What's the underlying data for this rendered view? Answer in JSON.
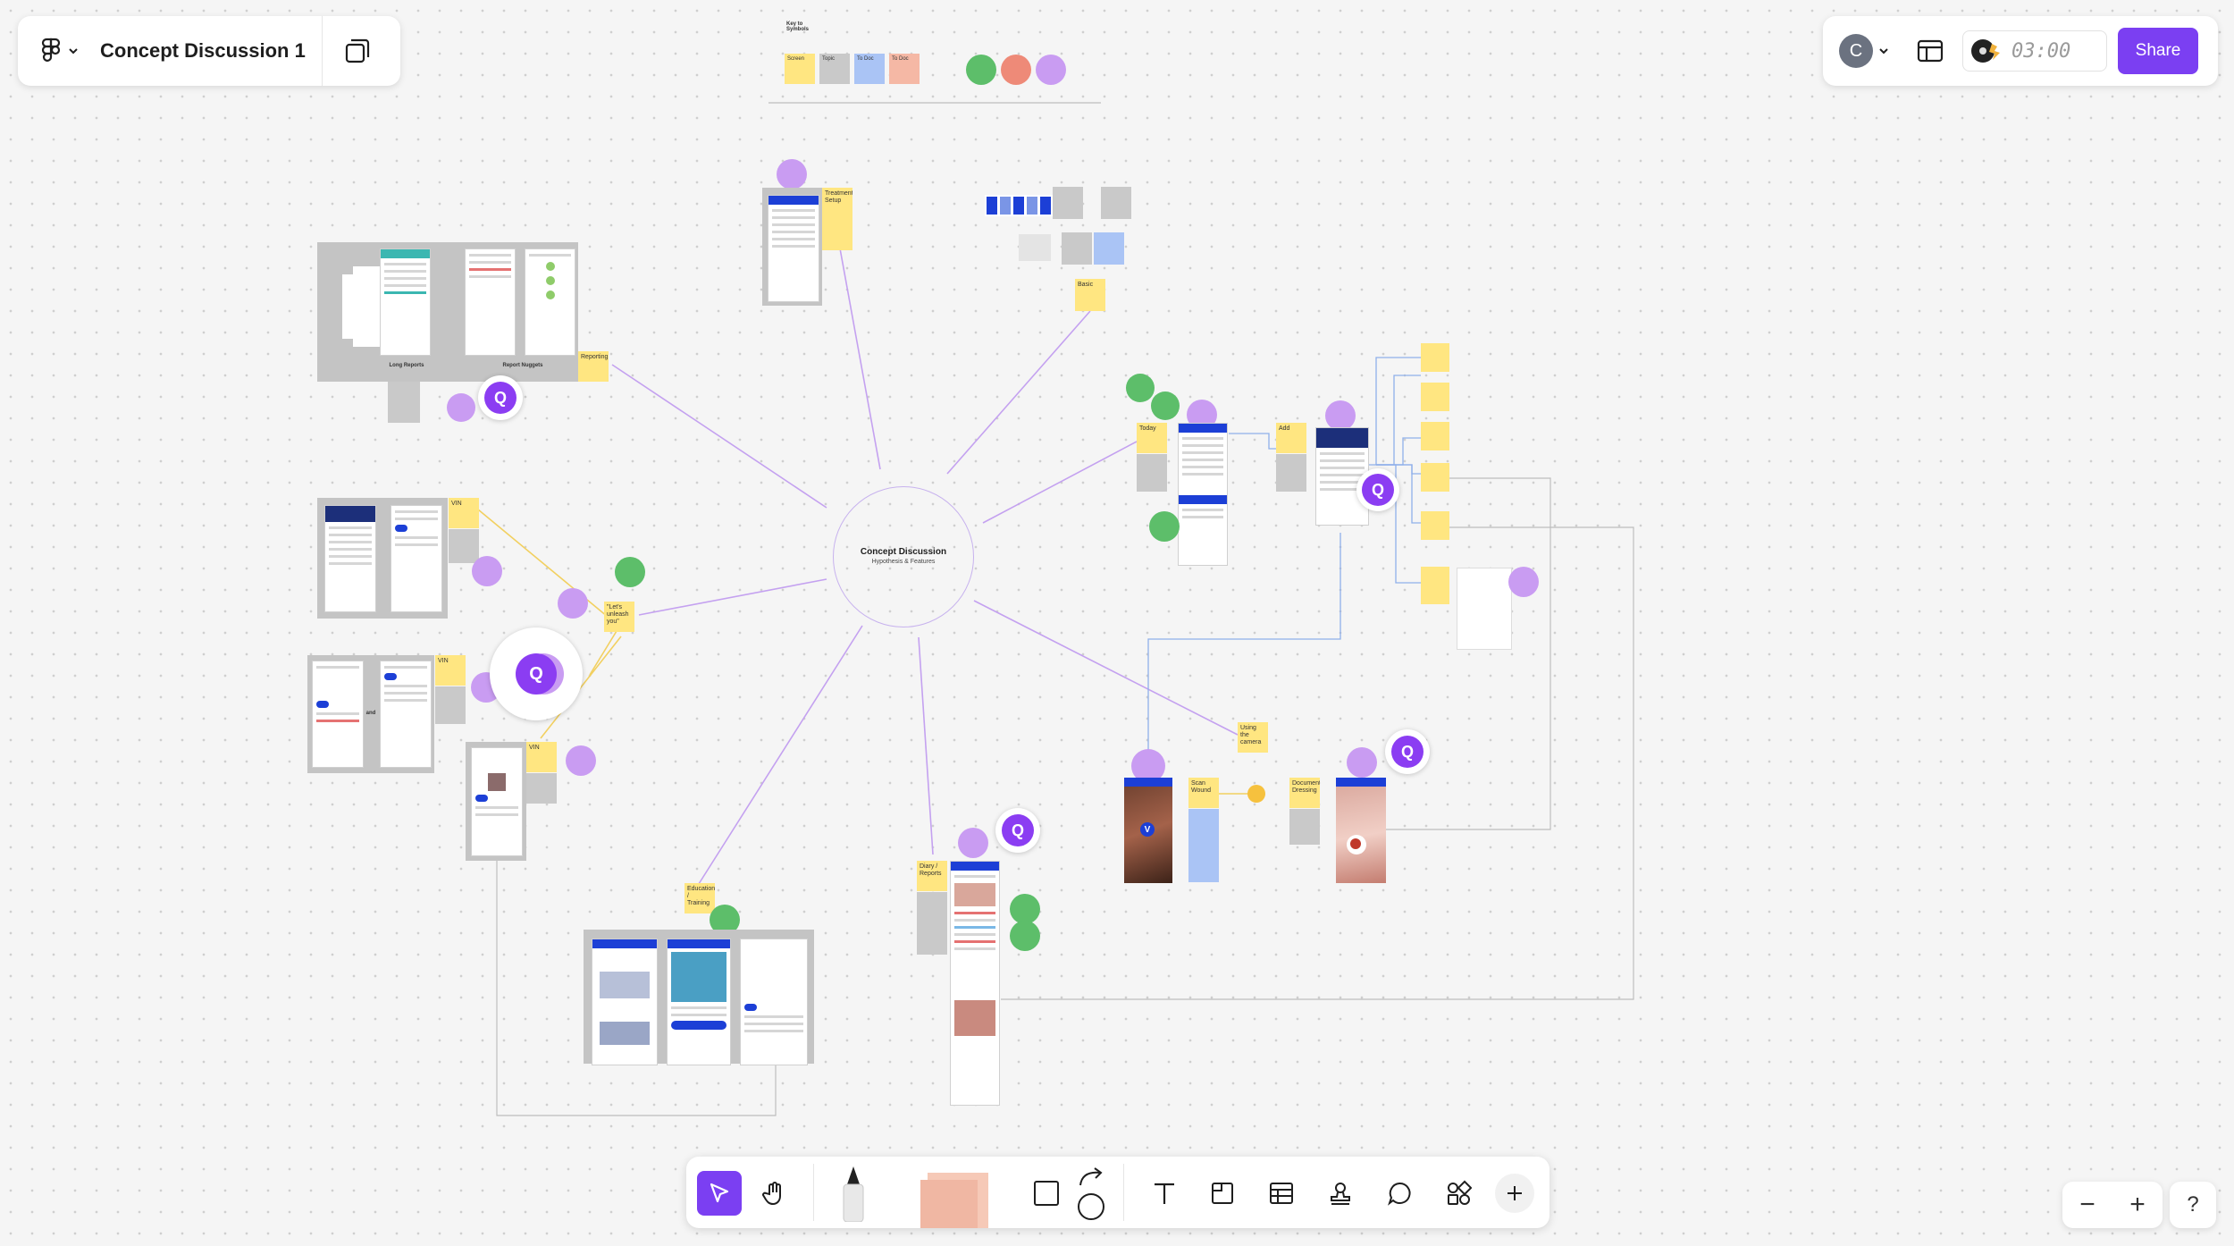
{
  "header": {
    "file_title": "Concept Discussion 1"
  },
  "header_right": {
    "avatar_initial": "C",
    "timer": "03:00",
    "share_label": "Share"
  },
  "board": {
    "center_title": "Concept Discussion",
    "center_subtitle": "Hypothesis & Features",
    "key_title": "Key to Symbols",
    "key_items": [
      "Screen",
      "Topic",
      "To Doc",
      "To Doc"
    ],
    "stickies": {
      "reporting": "Reporting",
      "treatment": "Treatment Setup",
      "basic": "Basic",
      "today": "Today",
      "add": "Add",
      "lets_unleash": "\"Let's unleash you\"",
      "scan_wound": "Scan Wound",
      "document_dressing": "Document Dressing",
      "using_camera": "Using the camera",
      "education": "Education / Training",
      "diary_reports": "Diary / Reports",
      "vin1": "VIN",
      "vin2": "VIN",
      "vin3": "VIN"
    },
    "frame_labels": {
      "long_reports": "Long Reports",
      "report_nuggets": "Report Nuggets"
    },
    "and_label": "and",
    "q_label": "Q",
    "v_label": "V"
  },
  "toolbar": {
    "zoom_out": "−",
    "zoom_in": "+",
    "help": "?"
  },
  "colors": {
    "accent": "#7b3ff2",
    "sticky_yellow": "#ffe681",
    "connector_purple": "#c4a1f0",
    "connector_blue": "#8fb0ea",
    "connector_yellow": "#f2d060"
  }
}
